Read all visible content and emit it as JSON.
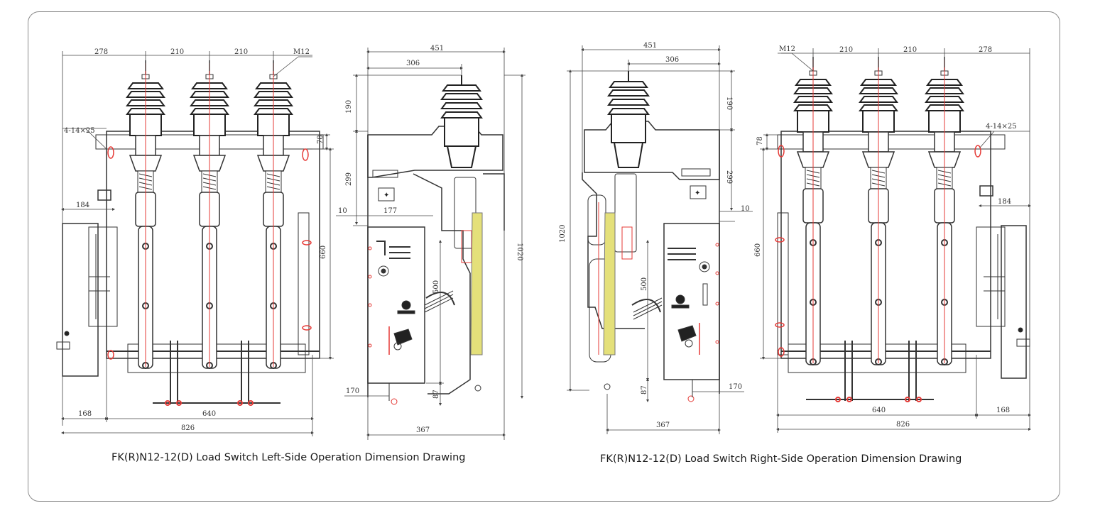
{
  "captions": {
    "left": "FK(R)N12-12(D) Load Switch Left-Side Operation Dimension Drawing",
    "right": "FK(R)N12-12(D) Load Switch Right-Side Operation Dimension Drawing"
  },
  "front_left": {
    "top_dims": [
      "278",
      "210",
      "210"
    ],
    "thread": "M12",
    "holes": "4-14×25",
    "d78": "78",
    "d184": "184",
    "d660": "660",
    "d168": "168",
    "d640": "640",
    "d826": "826"
  },
  "side_left": {
    "d451": "451",
    "d306": "306",
    "d190": "190",
    "d299": "299",
    "d10": "10",
    "d177": "177",
    "d1020": "1020",
    "d500": "500",
    "d170": "170",
    "d87": "87",
    "d367": "367"
  },
  "side_right": {
    "d451": "451",
    "d306": "306",
    "d190": "190",
    "d299": "299",
    "d10": "10",
    "d1020": "1020",
    "d500": "500",
    "d170": "170",
    "d87": "87",
    "d367": "367"
  },
  "front_right": {
    "thread": "M12",
    "top_dims": [
      "210",
      "210",
      "278"
    ],
    "holes": "4-14×25",
    "d78": "78",
    "d184": "184",
    "d660": "660",
    "d640": "640",
    "d168": "168",
    "d826": "826"
  }
}
